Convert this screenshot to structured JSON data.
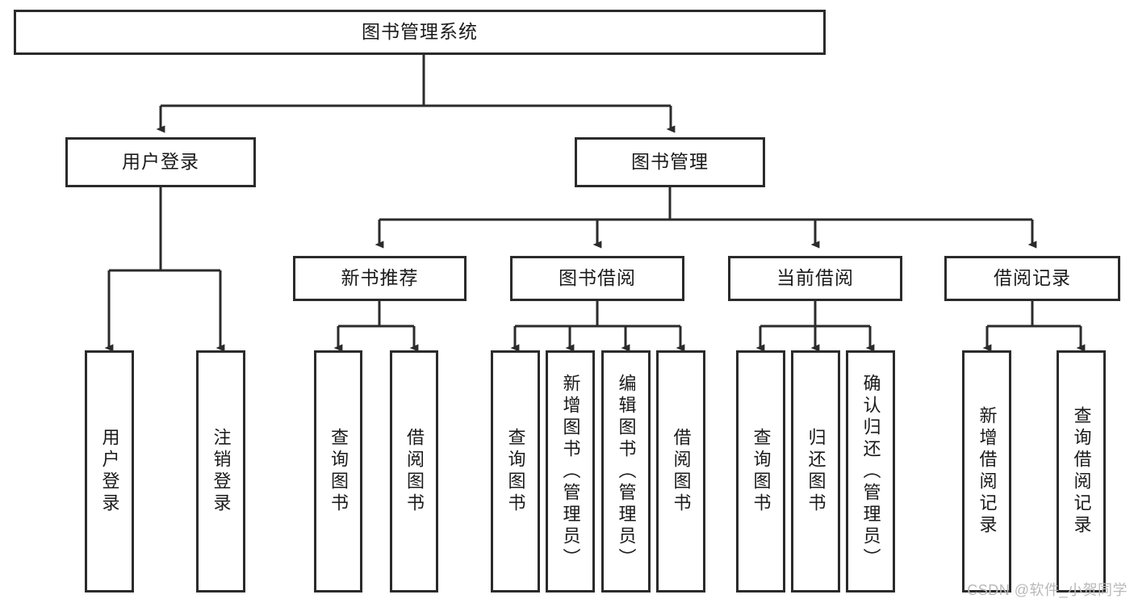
{
  "diagram": {
    "title": "图书管理系统",
    "type": "tree-hierarchy-diagram",
    "root": {
      "id": "root",
      "label": "图书管理系统"
    },
    "level2": [
      {
        "id": "user-login",
        "label": "用户登录"
      },
      {
        "id": "book-manage",
        "label": "图书管理"
      }
    ],
    "level3": [
      {
        "id": "new-book-rec",
        "label": "新书推荐",
        "parent": "book-manage"
      },
      {
        "id": "book-borrow",
        "label": "图书借阅",
        "parent": "book-manage"
      },
      {
        "id": "current-borrow",
        "label": "当前借阅",
        "parent": "book-manage"
      },
      {
        "id": "borrow-record",
        "label": "借阅记录",
        "parent": "book-manage"
      }
    ],
    "leaves": {
      "user-login": [
        {
          "id": "leaf-user-login",
          "label": "用户登录"
        },
        {
          "id": "leaf-logout",
          "label": "注销登录"
        }
      ],
      "new-book-rec": [
        {
          "id": "leaf-query-book-1",
          "label": "查询图书"
        },
        {
          "id": "leaf-borrow-book-1",
          "label": "借阅图书"
        }
      ],
      "book-borrow": [
        {
          "id": "leaf-query-book-2",
          "label": "查询图书"
        },
        {
          "id": "leaf-add-book",
          "label": "新增图书（管理员）"
        },
        {
          "id": "leaf-edit-book",
          "label": "编辑图书（管理员）"
        },
        {
          "id": "leaf-borrow-book-2",
          "label": "借阅图书"
        }
      ],
      "current-borrow": [
        {
          "id": "leaf-query-book-3",
          "label": "查询图书"
        },
        {
          "id": "leaf-return-book",
          "label": "归还图书"
        },
        {
          "id": "leaf-confirm-return",
          "label": "确认归还（管理员）"
        }
      ],
      "borrow-record": [
        {
          "id": "leaf-add-record",
          "label": "新增借阅记录"
        },
        {
          "id": "leaf-query-record",
          "label": "查询借阅记录"
        }
      ]
    }
  },
  "watermark": {
    "text": "CSDN @软件_小贺同学"
  },
  "colors": {
    "stroke": "#2b2b2b",
    "background": "#ffffff",
    "text": "#1a1a1a",
    "watermark": "#b9b9b9"
  }
}
